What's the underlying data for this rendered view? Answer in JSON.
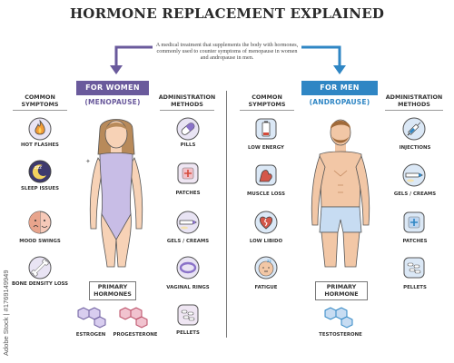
{
  "title": "HORMONE REPLACEMENT EXPLAINED",
  "subtitle": "A medical treatment that supplements the body with hormones, commonly used to counter symptoms of menopause in women and andropause in men.",
  "colors": {
    "women": "#6a5a9c",
    "men": "#2f86c4",
    "women_light": "#c8bde6",
    "men_light": "#c7dcf2",
    "accent_red": "#d44a3a"
  },
  "women": {
    "banner": "FOR WOMEN",
    "condition": "(MENOPAUSE)",
    "symptoms_header": "COMMON SYMPTOMS",
    "symptoms": [
      {
        "label": "HOT FLASHES",
        "icon": "flame-icon"
      },
      {
        "label": "SLEEP ISSUES",
        "icon": "sleeping-moon-icon"
      },
      {
        "label": "MOOD SWINGS",
        "icon": "mood-faces-icon"
      },
      {
        "label": "BONE DENSITY LOSS",
        "icon": "bone-icon"
      }
    ],
    "methods_header": "ADMINISTRATION METHODS",
    "methods": [
      {
        "label": "PILLS",
        "icon": "pill-capsule-icon"
      },
      {
        "label": "PATCHES",
        "icon": "patch-icon"
      },
      {
        "label": "GELS / CREAMS",
        "icon": "cream-tube-icon"
      },
      {
        "label": "VAGINAL RINGS",
        "icon": "ring-icon"
      },
      {
        "label": "PELLETS",
        "icon": "pellets-icon"
      }
    ],
    "hormones_header": "PRIMARY HORMONES",
    "hormones": [
      {
        "label": "ESTROGEN",
        "icon": "molecule-icon"
      },
      {
        "label": "PROGESTERONE",
        "icon": "molecule-icon"
      }
    ]
  },
  "men": {
    "banner": "FOR MEN",
    "condition": "(ANDROPAUSE)",
    "symptoms_header": "COMMON SYMPTOMS",
    "symptoms": [
      {
        "label": "LOW ENERGY",
        "icon": "low-battery-icon"
      },
      {
        "label": "MUSCLE LOSS",
        "icon": "flexed-arm-icon"
      },
      {
        "label": "LOW LIBIDO",
        "icon": "broken-heart-icon"
      },
      {
        "label": "FATIGUE",
        "icon": "tired-face-icon"
      }
    ],
    "methods_header": "ADMINISTRATION METHODS",
    "methods": [
      {
        "label": "INJECTIONS",
        "icon": "syringe-icon"
      },
      {
        "label": "GELS / CREAMS",
        "icon": "cream-tube-icon"
      },
      {
        "label": "PATCHES",
        "icon": "patch-icon"
      },
      {
        "label": "PELLETS",
        "icon": "pellets-icon"
      }
    ],
    "hormones_header": "PRIMARY HORMONE",
    "hormones": [
      {
        "label": "TESTOSTERONE",
        "icon": "molecule-icon"
      }
    ]
  },
  "watermark": "Adobe Stock | #1769149949"
}
